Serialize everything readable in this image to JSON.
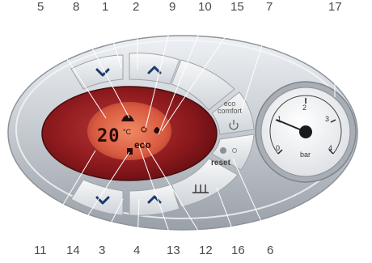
{
  "callouts_top": [
    "5",
    "8",
    "1",
    "2",
    "9",
    "10",
    "15",
    "7",
    "17"
  ],
  "callouts_bottom": [
    "11",
    "14",
    "3",
    "4",
    "13",
    "12",
    "16",
    "6"
  ],
  "display": {
    "temperature": "20",
    "unit": "°C",
    "eco_label": "eco"
  },
  "buttons": {
    "eco_comfort_line1": "eco",
    "eco_comfort_line2": "comfort",
    "reset_label": "reset"
  },
  "gauge": {
    "unit": "bar",
    "ticks": [
      "0",
      "1",
      "2",
      "3",
      "4"
    ]
  },
  "colors": {
    "lcd": "#d85a40",
    "panel_red": "#8e1a1d",
    "silver": "#c7ccd2",
    "leader": "#ffffff",
    "text": "#4a4a4a"
  }
}
